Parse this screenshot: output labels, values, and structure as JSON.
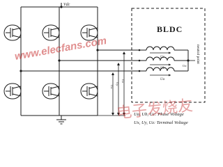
{
  "supply_label": "Vdc",
  "motor_label": "BLDC",
  "winding_labels": [
    "Uc",
    "Ub",
    "Ua"
  ],
  "neutral_label": "Un",
  "neutral_point_label": "neutral point",
  "terminal_labels": [
    "Ux",
    "Uy",
    "Uz"
  ],
  "legend": {
    "line1": "Ua, Ub, Uc: Phase Voltage",
    "line2": "Ux, Uy, Uz: Terminal Voltage"
  },
  "watermark": {
    "url": "www.elecfans.com",
    "cn": "电子发烧友"
  },
  "colors": {
    "ink": "#1a1a1a",
    "watermark": "#c83232",
    "background": "#ffffff"
  }
}
